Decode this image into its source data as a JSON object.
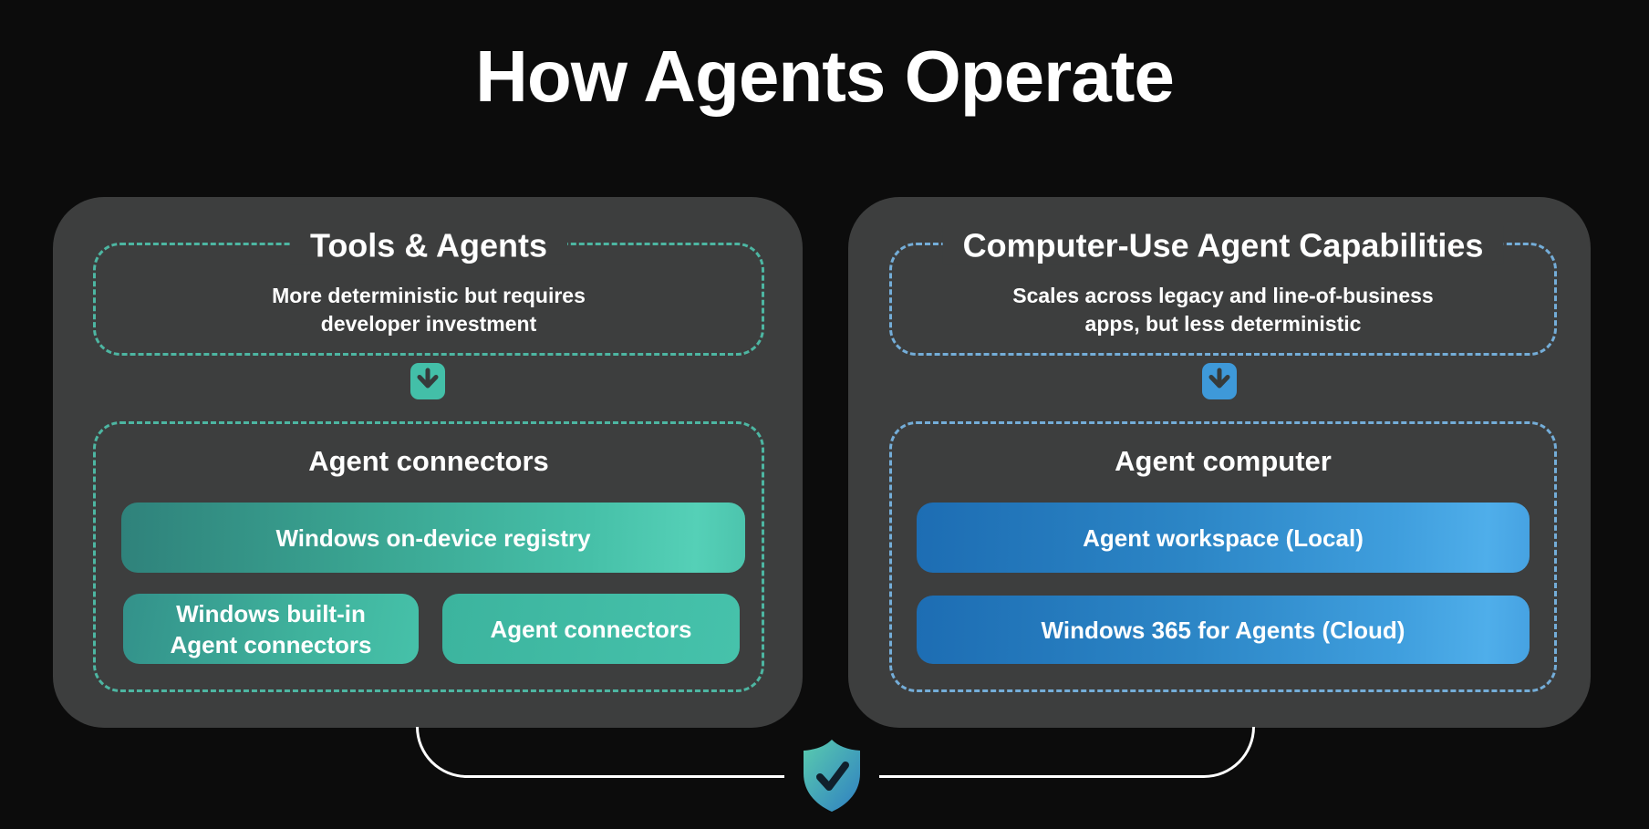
{
  "title": "How Agents Operate",
  "colors": {
    "page-bg": "#0c0c0c",
    "panel-bg": "#3d3e3e",
    "text-white": "#ffffff",
    "teal-dash": "#4db6a2",
    "teal-grad-start": "#2f827b",
    "teal-grad-end": "#4cc4ad",
    "teal-accent": "#43bfa8",
    "blue-dash": "#74add8",
    "blue-grad-start": "#1d6db3",
    "blue-grad-end": "#46a2e2",
    "blue-accent": "#3e99d9",
    "arrow-glyph": "#363b3b",
    "shield-grad-start": "#5accae",
    "shield-grad-end": "#2f7fc2",
    "shield-check": "#10202c",
    "connector-line": "#ffffff"
  },
  "left_panel": {
    "header": {
      "title": "Tools & Agents",
      "subtitle_line1": "More deterministic but requires",
      "subtitle_line2": "developer investment"
    },
    "section": {
      "title": "Agent connectors",
      "wide_button": "Windows on-device registry",
      "small_button_1_line1": "Windows built-in",
      "small_button_1_line2": "Agent connectors",
      "small_button_2": "Agent connectors"
    }
  },
  "right_panel": {
    "header": {
      "title": "Computer-Use Agent Capabilities",
      "subtitle_line1": "Scales across legacy and line-of-business",
      "subtitle_line2": "apps, but less deterministic"
    },
    "section": {
      "title": "Agent computer",
      "button_1": "Agent workspace (Local)",
      "button_2": "Windows 365 for Agents (Cloud)"
    }
  },
  "icons": {
    "flow_arrow": "arrow-down-square-icon",
    "footer_badge": "shield-check-icon"
  }
}
